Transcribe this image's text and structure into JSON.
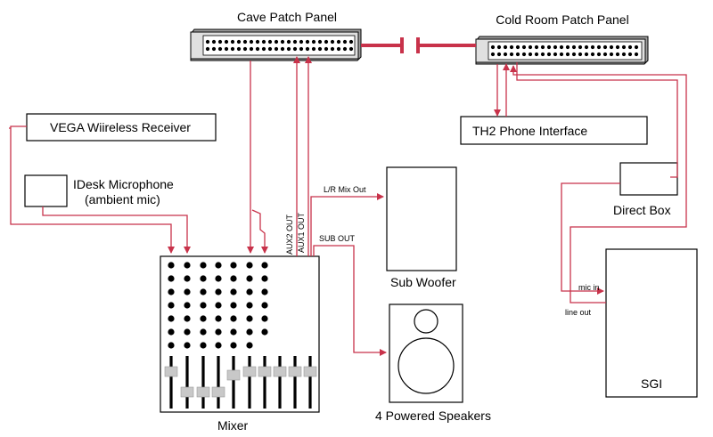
{
  "diagram": {
    "patch_panels": {
      "cave": "Cave Patch Panel",
      "cold_room": "Cold Room Patch Panel"
    },
    "devices": {
      "vega_receiver": "VEGA Wiireless Receiver",
      "idesk_mic_line1": "IDesk Microphone",
      "idesk_mic_line2": "(ambient mic)",
      "th2_interface": "TH2 Phone Interface",
      "direct_box": "Direct Box",
      "sub_woofer": "Sub Woofer",
      "speakers": "4 Powered Speakers",
      "mixer": "Mixer",
      "sgi": "SGI"
    },
    "signals": {
      "lr_mix_out": "L/R Mix Out",
      "sub_out": "SUB OUT",
      "aux2_out": "AUX2 OUT",
      "aux1_out": "AUX1 OUT",
      "mic_in": "mic in",
      "line_out": "line out"
    },
    "colors": {
      "wire": "#c8324a",
      "fader_knob": "#c8c8c8",
      "panel_shadow": "#a0a0a0"
    }
  }
}
